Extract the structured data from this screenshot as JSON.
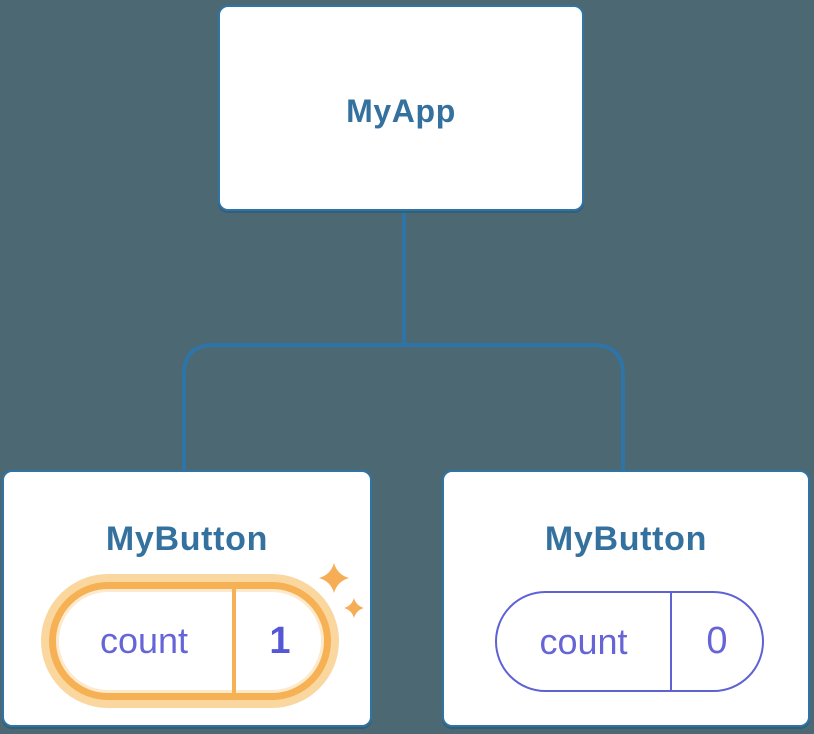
{
  "tree": {
    "root": {
      "title": "MyApp"
    },
    "children": [
      {
        "title": "MyButton",
        "state": {
          "label": "count",
          "value": "1"
        },
        "highlighted": true
      },
      {
        "title": "MyButton",
        "state": {
          "label": "count",
          "value": "0"
        },
        "highlighted": false
      }
    ]
  },
  "colors": {
    "background": "#4c6873",
    "line": "#2f74a6",
    "card_border": "#2f74a6",
    "card_bg": "#ffffff",
    "title_text": "#35719f",
    "purple_text": "#6565d8",
    "purple_value": "#5457d6",
    "purple_border": "#5e62d2",
    "orange_ring": "#f6b155",
    "orange_halo": "#fbd7a0",
    "orange_divider": "#f5b058",
    "sparkle": "#f6ad55"
  }
}
